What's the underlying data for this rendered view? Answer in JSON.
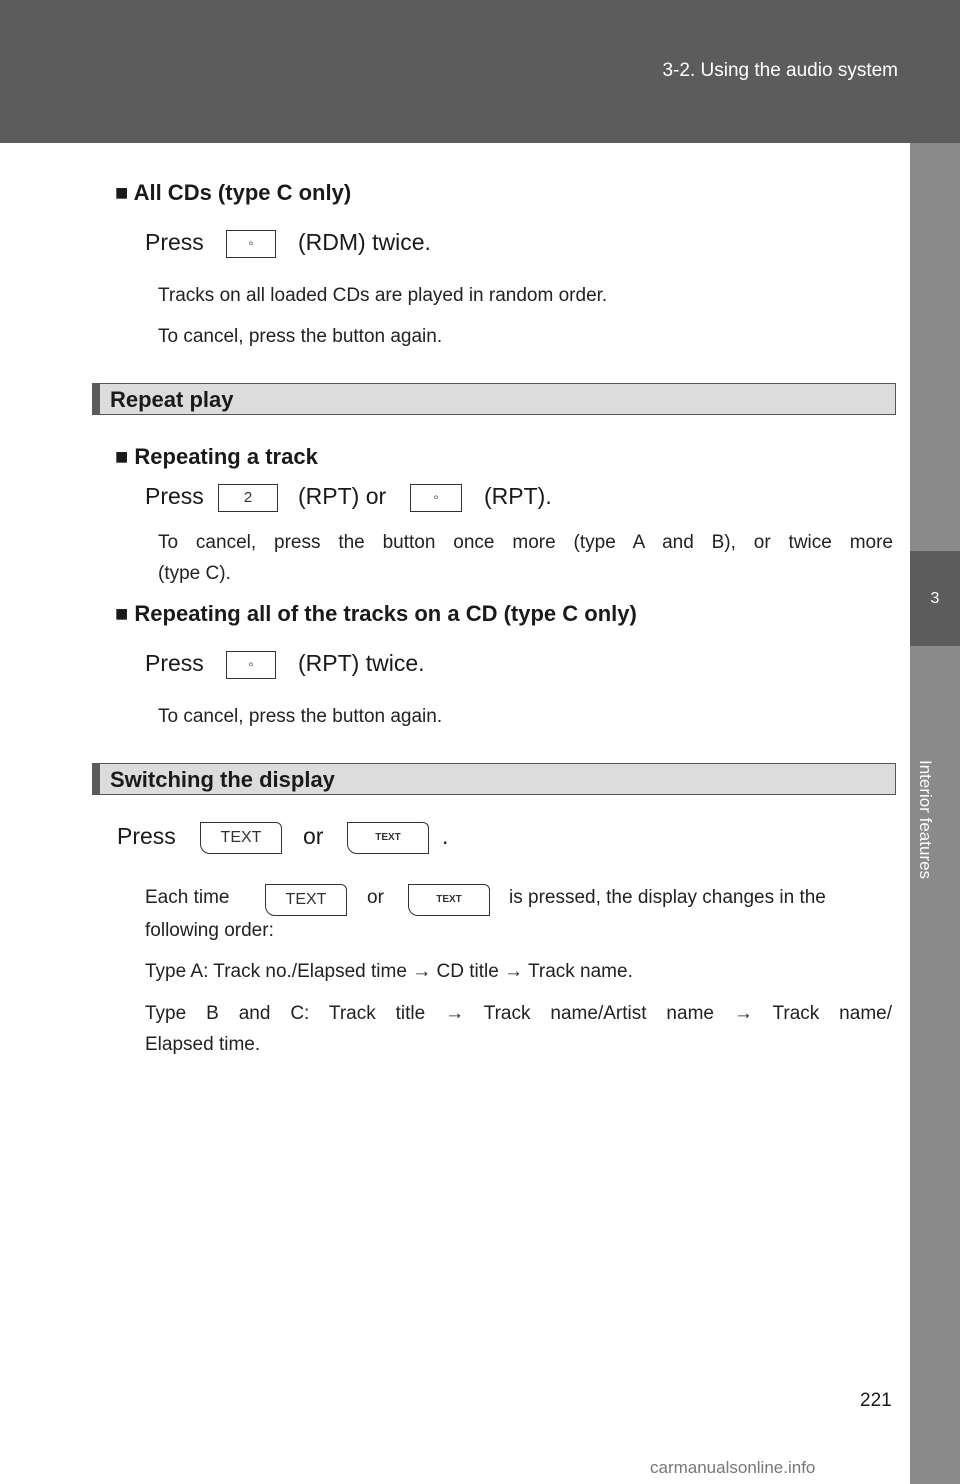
{
  "header": {
    "title": "3-2. Using the audio system"
  },
  "sidetab": {
    "number": "3",
    "label": "Interior features"
  },
  "all_cds": {
    "heading": "■ All CDs (type C only)",
    "press": "Press",
    "button_symbol": "◦",
    "after": "(RDM) twice.",
    "line1": "Tracks on all loaded CDs are played in random order.",
    "line2": "To cancel, press the button again."
  },
  "repeat": {
    "section_title": "Repeat play",
    "track_heading": "■ Repeating a track",
    "press": "Press",
    "button1": "2",
    "middle": "(RPT) or",
    "button2": "◦",
    "after": "(RPT).",
    "cancel_1": "To cancel, press the button once more (type A and B), or twice more",
    "cancel_2": "(type C).",
    "all_heading": "■ Repeating all of the tracks on a CD (type C only)",
    "press2": "Press",
    "button3": "◦",
    "after2": "(RPT) twice.",
    "cancel3": "To cancel, press the button again."
  },
  "display": {
    "section_title": "Switching the display",
    "press": "Press",
    "btn_text": "TEXT",
    "or": "or",
    "end": ".",
    "each_time": "Each time",
    "or2": "or",
    "is_pressed": "is pressed, the display changes in the",
    "following": "following order:",
    "typeA": "Type A: Track no./Elapsed time → CD title → Track name.",
    "typeBC_1": "Type B and C: Track title → Track name/Artist name → Track name/",
    "typeBC_2": "Elapsed time."
  },
  "page_number": "221",
  "watermark": "carmanualsonline.info"
}
